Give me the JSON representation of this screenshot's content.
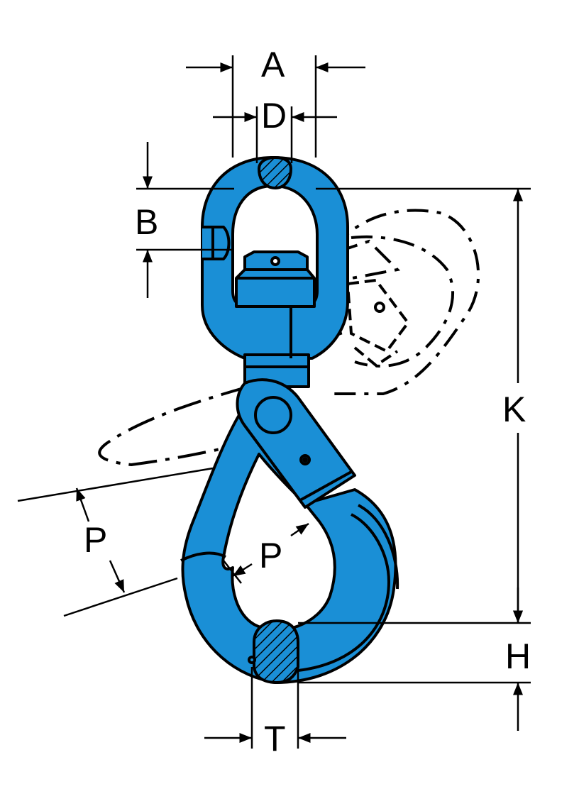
{
  "colors": {
    "hook_fill": "#1a8fd6",
    "outline": "#000000",
    "background": "#ffffff"
  },
  "labels": {
    "A": "A",
    "D": "D",
    "B": "B",
    "K": "K",
    "H": "H",
    "T": "T",
    "P_left": "P",
    "P_inner": "P"
  }
}
